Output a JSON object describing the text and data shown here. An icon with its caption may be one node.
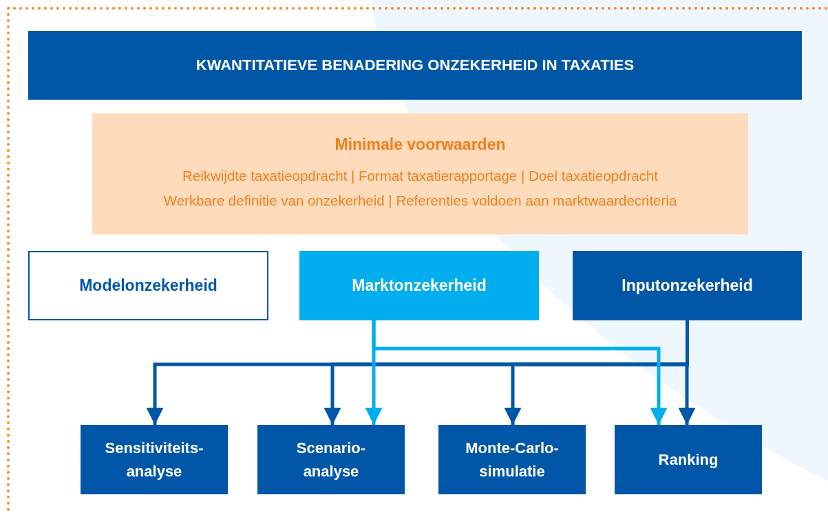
{
  "diagram": {
    "nodes": [
      {
        "text": [
          "KWANTITATIEVE BENADERING ONZEKERHEID IN TAXATIES"
        ]
      },
      {
        "text": [
          "Minimale voorwaarden",
          "Reikwijdte taxatieopdracht | Format taxatierapportage | Doel taxatieopdracht",
          "Werkbare definitie van onzekerheid | Referenties voldoen aan marktwaardecriteria"
        ]
      },
      {
        "text": [
          "Modelonzekerheid"
        ]
      },
      {
        "text": [
          "Marktonzekerheid"
        ]
      },
      {
        "text": [
          "Inputonzekerheid"
        ]
      },
      {
        "text": [
          "Sensitiviteits- analyse"
        ]
      },
      {
        "text": [
          "Scenario- analyse"
        ]
      },
      {
        "text": [
          "Monte-Carlo- simulatie"
        ]
      },
      {
        "text": [
          "Ranking"
        ]
      }
    ],
    "edges": [
      {
        "from": 4,
        "to": 5,
        "arrow": "to"
      },
      {
        "from": 4,
        "to": 6,
        "arrow": "to"
      },
      {
        "from": 4,
        "to": 7,
        "arrow": "to"
      },
      {
        "from": 4,
        "to": 8,
        "arrow": "to"
      },
      {
        "from": 3,
        "to": 6,
        "arrow": "to",
        "color": "#00aeef"
      },
      {
        "from": 3,
        "to": 8,
        "arrow": "to",
        "color": "#00aeef"
      }
    ]
  }
}
